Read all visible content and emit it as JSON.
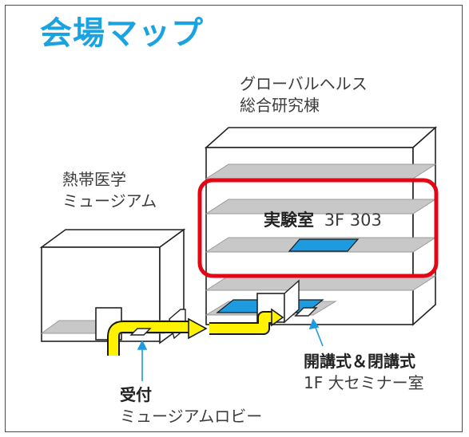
{
  "title": "会場マップ",
  "buildings": {
    "research": {
      "line1": "グローバルヘルス",
      "line2": "総合研究棟"
    },
    "museum": {
      "line1": "熱帯医学",
      "line2": "ミュージアム"
    }
  },
  "lab": {
    "name": "実験室",
    "room": "3F 303"
  },
  "ceremony": {
    "name": "開講式＆閉講式",
    "room": "1F 大セミナー室"
  },
  "reception": {
    "name": "受付",
    "place": "ミュージアムロビー"
  },
  "colors": {
    "title": "#1aa3e0",
    "highlight": "#e30613",
    "arrow": "#fff200",
    "room": "#1e9be0"
  }
}
